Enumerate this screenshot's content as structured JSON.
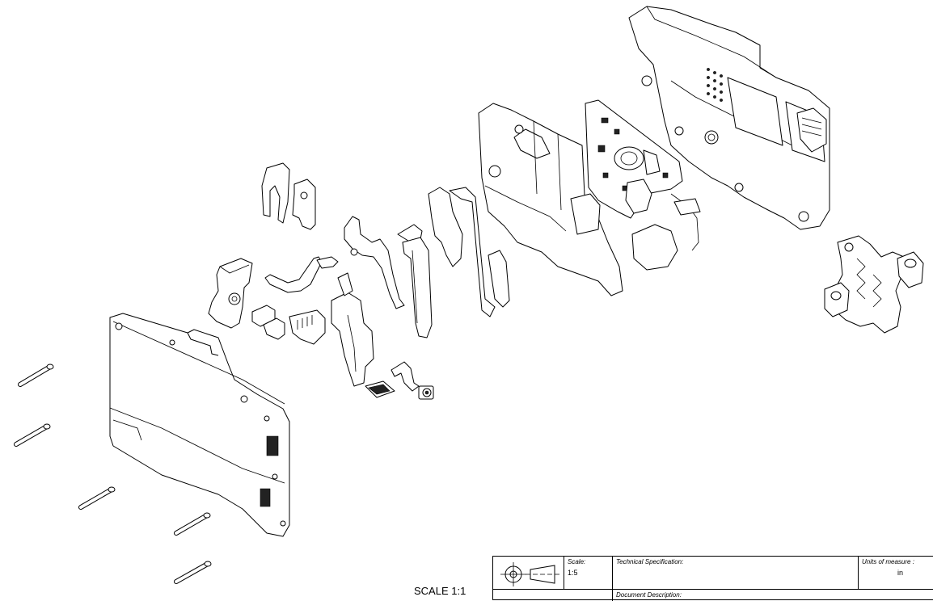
{
  "drawing": {
    "scale_caption": "SCALE 1:1"
  },
  "title_block": {
    "scale_label": "Scale:",
    "scale_value": "1:5",
    "technical_specification_label": "Technical Specification:",
    "units_label": "Units of measure :",
    "units_value": "in",
    "document_description_label": "Document Description:",
    "projection_symbol": "first-angle-projection-icon"
  }
}
